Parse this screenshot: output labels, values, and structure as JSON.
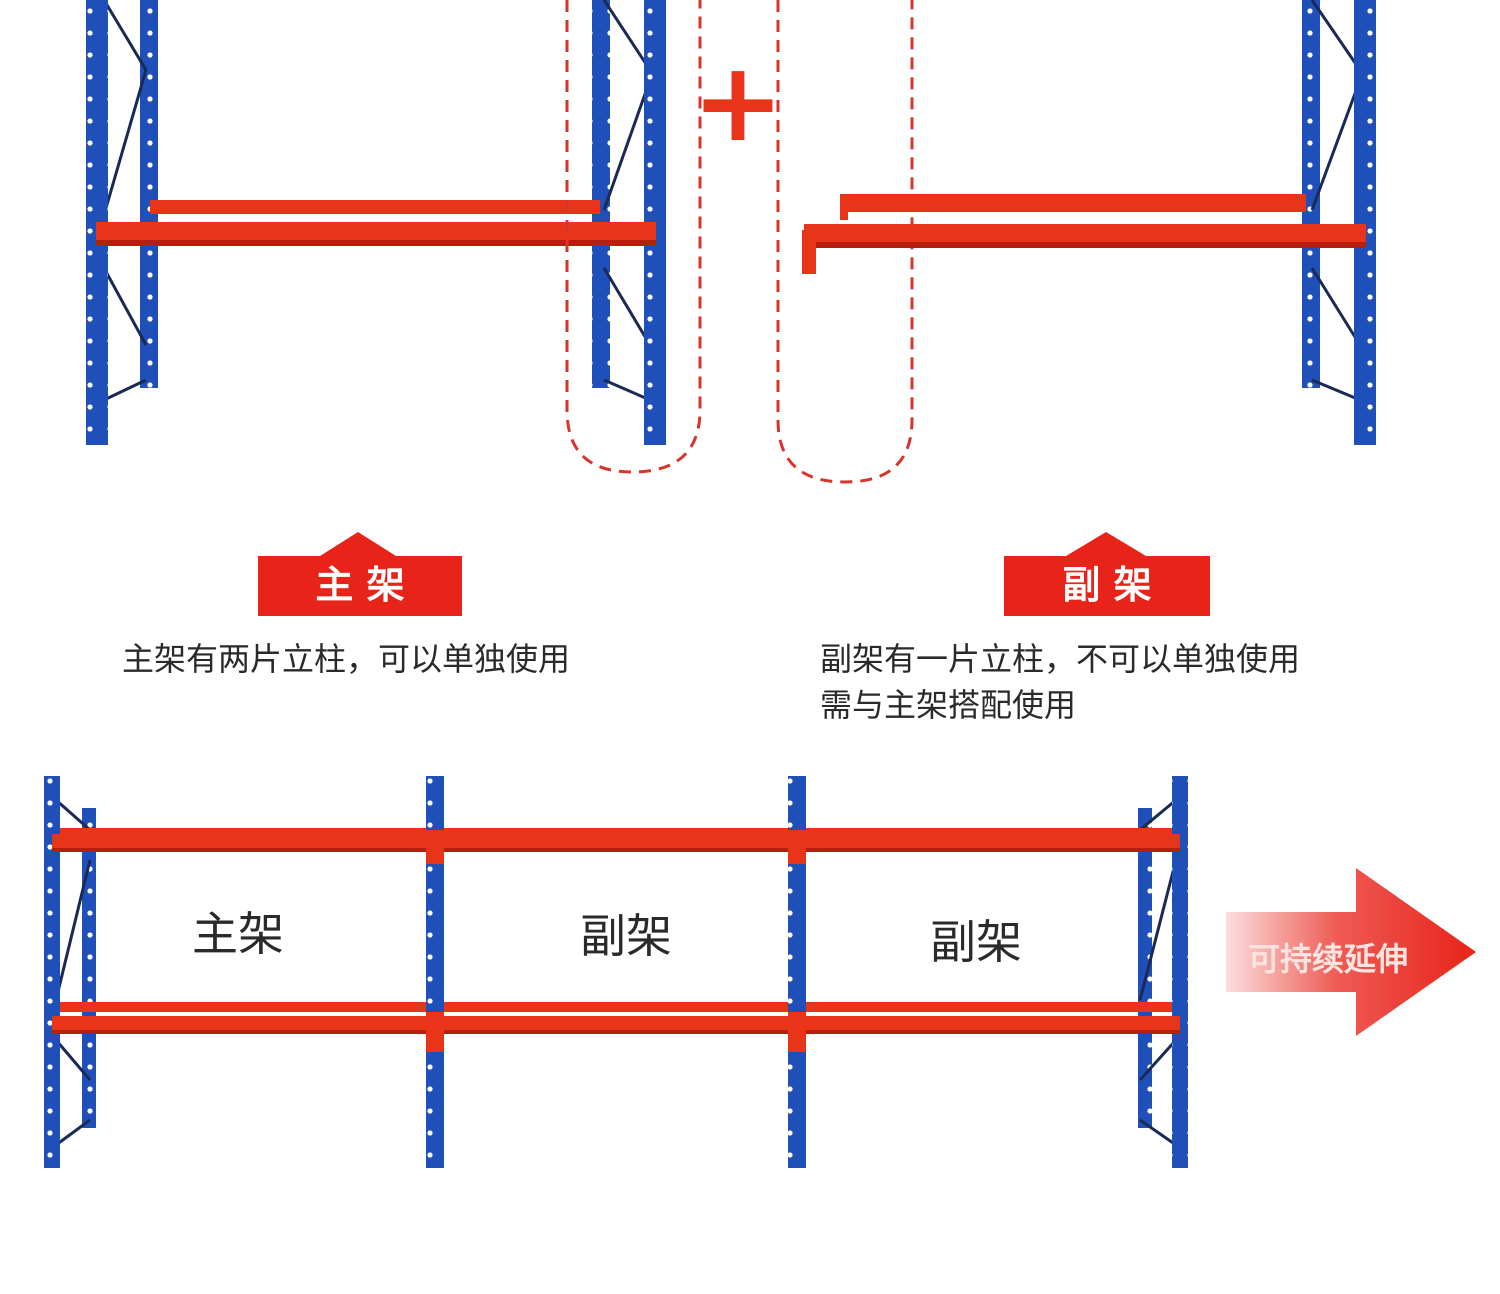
{
  "colors": {
    "upright": "#1f4fb8",
    "upright_dark": "#14368a",
    "beam": "#e8351a",
    "beam_dark": "#b5200e",
    "brace": "#1a2a55",
    "dashed": "#d9342b",
    "tag_bg": "#e8231a",
    "tag_text": "#ffffff",
    "arrow": "#e8231a",
    "text": "#2a2a2a"
  },
  "plus_symbol": "+",
  "main_frame": {
    "tag_label": "主 架",
    "description": "主架有两片立柱，可以单独使用"
  },
  "sub_frame": {
    "tag_label": "副 架",
    "description_line1": "副架有一片立柱，不可以单独使用",
    "description_line2": "需与主架搭配使用"
  },
  "bottom_assembly": {
    "bay_labels": [
      "主架",
      "副架",
      "副架"
    ],
    "arrow_label": "可持续延伸"
  }
}
